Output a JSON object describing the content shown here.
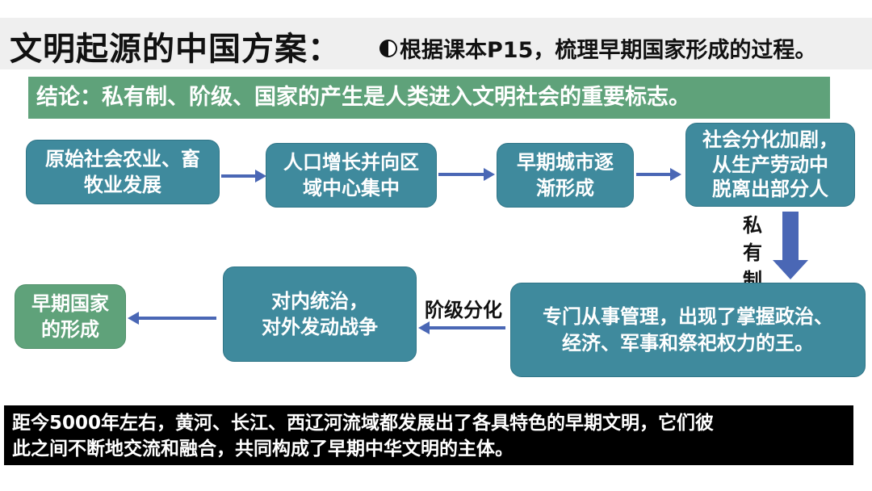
{
  "header": {
    "title": "文明起源的中国方案：",
    "subtitle_icon": "half-circle-icon",
    "subtitle": "根据课本P15，梳理早期国家形成的过程。"
  },
  "conclusion": "结论：私有制、阶级、国家的产生是人类进入文明社会的重要标志。",
  "flow": {
    "box1": [
      "原始社会农业、畜",
      "牧业发展"
    ],
    "box2": [
      "人口增长并向区",
      "域中心集中"
    ],
    "box3": [
      "早期城市逐",
      "渐形成"
    ],
    "box4": [
      "社会分化加剧，",
      "从生产劳动中",
      "脱离出部分人"
    ],
    "label_private": [
      "私",
      "有",
      "制"
    ],
    "box5": [
      "专门从事管理，出现了掌握政治、",
      "经济、军事和祭祀权力的王。"
    ],
    "label_class": "阶级分化",
    "box6": [
      "对内统治，",
      "对外发动战争"
    ],
    "box7": [
      "早期国家",
      "的形成"
    ]
  },
  "bottom_text": [
    "距今5000年左右，黄河、长江、西辽河流域都发展出了各具特色的早期文明，它们彼",
    "此之间不断地交流和融合，共同构成了早期中华文明的主体。"
  ],
  "colors": {
    "teal_box": "#3f8a9d",
    "green_box": "#5fa27a",
    "arrow": "#4a67b5"
  }
}
